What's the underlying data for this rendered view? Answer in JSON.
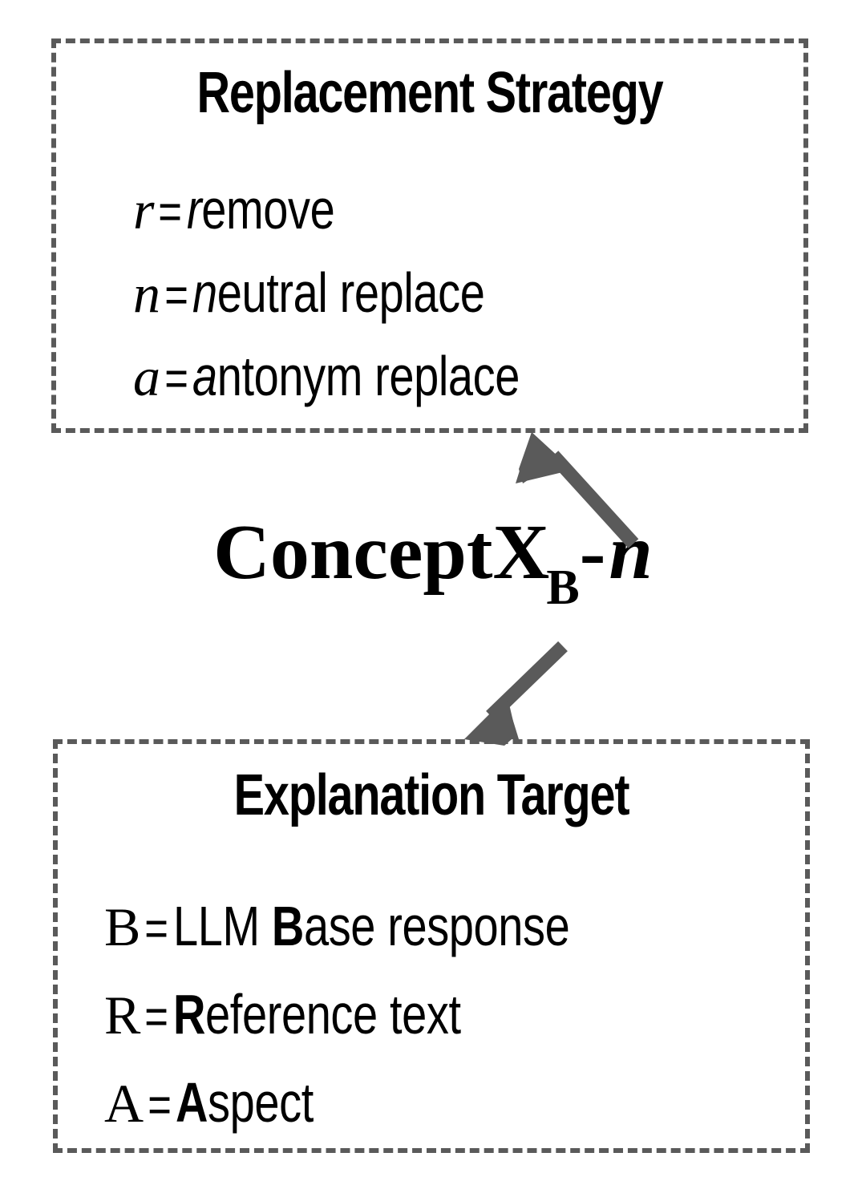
{
  "diagram": {
    "center_label": {
      "base": "ConceptX",
      "subscript": "B",
      "separator": "-",
      "strategy": "n"
    },
    "arrows": {
      "up_arrow_name": "arrow-to-replacement-strategy",
      "down_arrow_name": "arrow-to-explanation-target",
      "color": "#5a5a5a"
    },
    "border_color": "#5a5a5a",
    "text_color": "#000000"
  },
  "replacement_strategy": {
    "title": "Replacement Strategy",
    "items": [
      {
        "symbol": "r",
        "eq": "=",
        "lead": "r",
        "rest": "emove"
      },
      {
        "symbol": "n",
        "eq": "=",
        "lead": "n",
        "rest": "eutral replace"
      },
      {
        "symbol": "a",
        "eq": "=",
        "lead": "a",
        "rest": "ntonym replace"
      }
    ]
  },
  "explanation_target": {
    "title": "Explanation Target",
    "items": [
      {
        "symbol": "B",
        "eq": "=",
        "prefix": "LLM ",
        "lead": "B",
        "rest": "ase response"
      },
      {
        "symbol": "R",
        "eq": "=",
        "prefix": "",
        "lead": "R",
        "rest": "eference text"
      },
      {
        "symbol": "A",
        "eq": "=",
        "prefix": "",
        "lead": "A",
        "rest": "spect"
      }
    ]
  }
}
